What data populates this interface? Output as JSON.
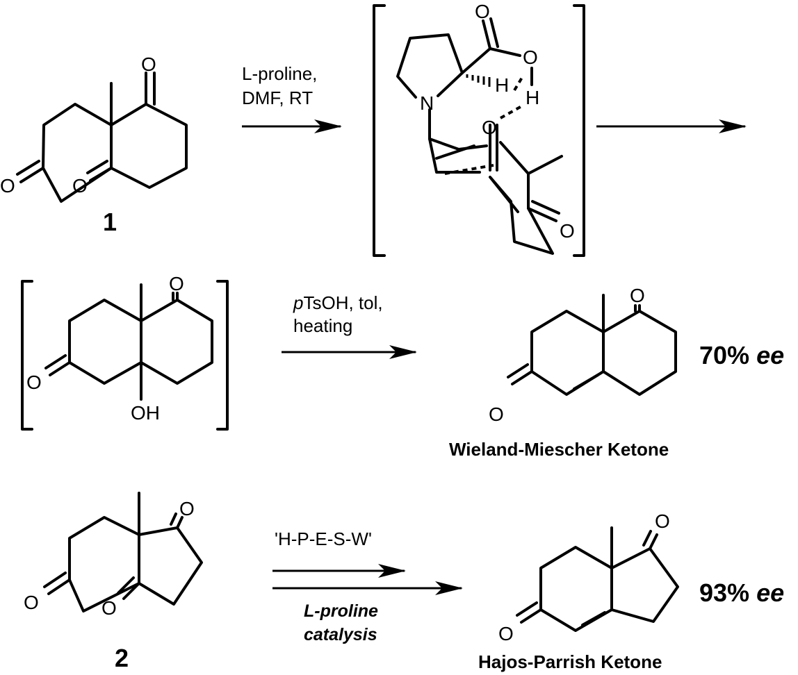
{
  "step1": {
    "reagents_line1": "L-proline,",
    "reagents_line2": "DMF, RT",
    "compound_label": "1"
  },
  "transition_state": {
    "atom_O_carbonyl": "O",
    "atom_O_acid": "O",
    "atom_H_acid": "H",
    "atom_H_alpha": "H",
    "atom_N": "N",
    "atom_O_acceptor": "O",
    "atom_O_ketone": "O"
  },
  "step2": {
    "reagent_p": "p",
    "reagents_line1_rest": "TsOH, tol,",
    "reagents_line2": "heating",
    "aldol_OH": "OH",
    "product_name": "Wieland-Miescher Ketone",
    "ee_value": "70%",
    "ee_unit": "ee"
  },
  "step3": {
    "compound_label": "2",
    "reagents_top": "'H-P-E-S-W'",
    "catalysis_line1": "L-proline",
    "catalysis_line2": "catalysis",
    "product_name": "Hajos-Parrish Ketone",
    "ee_value": "93%",
    "ee_unit": "ee"
  },
  "atoms": {
    "O": "O"
  },
  "colors": {
    "ink": "#000000",
    "background": "#ffffff"
  }
}
